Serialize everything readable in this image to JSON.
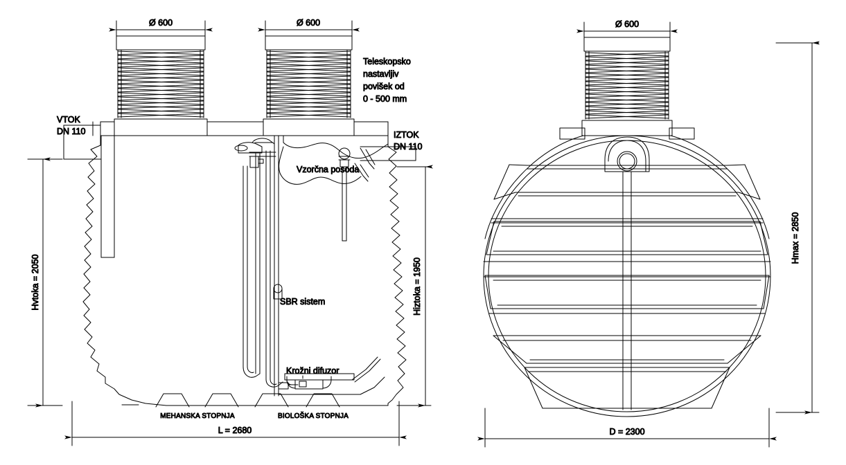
{
  "drawing": {
    "title": "SBR wastewater treatment tank - technical drawing",
    "line_color": "#000000",
    "background": "#ffffff"
  },
  "side_view": {
    "name": "side-section-view",
    "riser_left": {
      "diameter_label": "Ø 600"
    },
    "riser_right": {
      "diameter_label": "Ø 600"
    },
    "telescopic_note": {
      "line1": "Teleskopsko",
      "line2": "nastavljiv",
      "line3": "povišek od",
      "line4": "0 - 500 mm"
    },
    "inlet": {
      "line1": "VTOK",
      "line2": "DN 110"
    },
    "outlet": {
      "line1": "IZTOK",
      "line2": "DN 110"
    },
    "internal_labels": {
      "sample_vessel": "Vzorčna posoda",
      "sbr_system": "SBR sistem",
      "circular_diffuser": "Krožni difuzor"
    },
    "stage_labels": {
      "mechanical": "MEHANSKA STOPNJA",
      "biological": "BIOLOŠKA STOPNJA"
    },
    "dimensions": {
      "h_inlet": "Hvtoka = 2050",
      "h_outlet": "Hiztoka = 1950",
      "length": "L = 2680"
    }
  },
  "front_view": {
    "name": "front-end-view",
    "riser": {
      "diameter_label": "Ø 600"
    },
    "dimensions": {
      "h_max": "Hmax = 2850",
      "diameter": "D = 2300"
    }
  }
}
